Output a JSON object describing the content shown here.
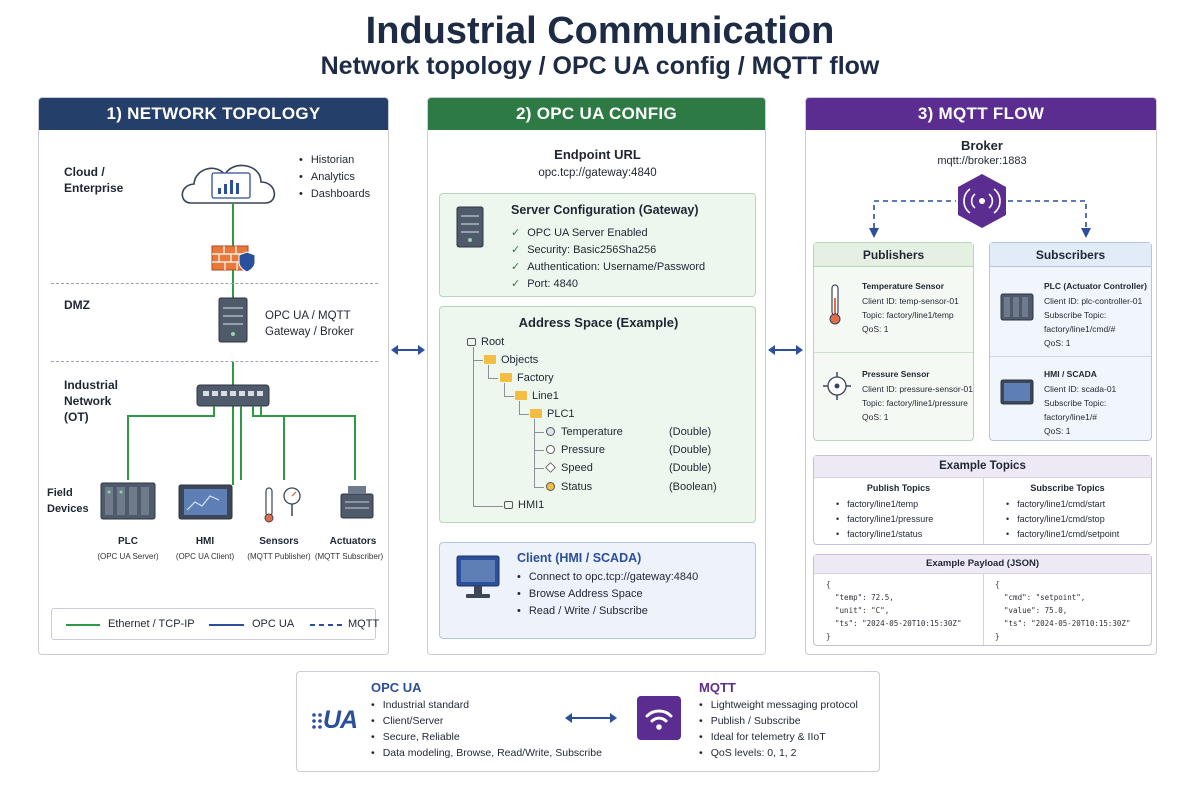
{
  "title": "Industrial Communication",
  "subtitle": "Network topology / OPC UA config / MQTT flow",
  "panel1": {
    "header": "1) NETWORK TOPOLOGY",
    "cloud_label": "Cloud /\nEnterprise",
    "cloud_bullets": [
      "Historian",
      "Analytics",
      "Dashboards"
    ],
    "dmz_label": "DMZ",
    "gateway_label": "OPC UA / MQTT\nGateway / Broker",
    "ot_label": "Industrial\nNetwork\n(OT)",
    "field_label": "Field\nDevices",
    "devices": [
      {
        "name": "PLC",
        "sub": "(OPC UA Server)"
      },
      {
        "name": "HMI",
        "sub": "(OPC UA Client)"
      },
      {
        "name": "Sensors",
        "sub": "(MQTT Publisher)"
      },
      {
        "name": "Actuators",
        "sub": "(MQTT Subscriber)"
      }
    ],
    "legend": {
      "ethernet": "Ethernet / TCP-IP",
      "opcua": "OPC UA",
      "mqtt": "MQTT"
    },
    "colors": {
      "ethernet": "#2e9a45",
      "opcua": "#2b4f9a",
      "mqtt": "#2b4f9a"
    }
  },
  "panel2": {
    "header": "2) OPC UA CONFIG",
    "endpoint_title": "Endpoint URL",
    "endpoint_url": "opc.tcp://gateway:4840",
    "server_title": "Server Configuration (Gateway)",
    "server_items": [
      "OPC UA Server Enabled",
      "Security: Basic256Sha256",
      "Authentication: Username/Password",
      "Port: 4840"
    ],
    "address_title": "Address Space (Example)",
    "tree": {
      "root": "Root",
      "objects": "Objects",
      "factory": "Factory",
      "line1": "Line1",
      "plc1": "PLC1",
      "vars": [
        {
          "name": "Temperature",
          "type": "(Double)"
        },
        {
          "name": "Pressure",
          "type": "(Double)"
        },
        {
          "name": "Speed",
          "type": "(Double)"
        },
        {
          "name": "Status",
          "type": "(Boolean)"
        }
      ],
      "hmi": "HMI1"
    },
    "client_title": "Client (HMI / SCADA)",
    "client_items": [
      "Connect to opc.tcp://gateway:4840",
      "Browse Address Space",
      "Read / Write / Subscribe"
    ]
  },
  "panel3": {
    "header": "3) MQTT FLOW",
    "broker_title": "Broker",
    "broker_url": "mqtt://broker:1883",
    "publishers_title": "Publishers",
    "subscribers_title": "Subscribers",
    "publishers": [
      {
        "title": "Temperature Sensor",
        "lines": [
          "Client ID: temp-sensor-01",
          "Topic: factory/line1/temp",
          "QoS: 1"
        ]
      },
      {
        "title": "Pressure Sensor",
        "lines": [
          "Client ID: pressure-sensor-01",
          "Topic: factory/line1/pressure",
          "QoS: 1"
        ]
      }
    ],
    "subscribers": [
      {
        "title": "PLC (Actuator Controller)",
        "lines": [
          "Client ID: plc-controller-01",
          "Subscribe Topic:",
          "factory/line1/cmd/#",
          "QoS: 1"
        ]
      },
      {
        "title": "HMI / SCADA",
        "lines": [
          "Client ID: scada-01",
          "Subscribe Topic:",
          "factory/line1/#",
          "QoS: 1"
        ]
      }
    ],
    "topics_title": "Example Topics",
    "publish_topics_title": "Publish Topics",
    "publish_topics": [
      "factory/line1/temp",
      "factory/line1/pressure",
      "factory/line1/status"
    ],
    "subscribe_topics_title": "Subscribe Topics",
    "subscribe_topics": [
      "factory/line1/cmd/start",
      "factory/line1/cmd/stop",
      "factory/line1/cmd/setpoint"
    ],
    "payload_title": "Example Payload (JSON)",
    "payload_left": "{\n  \"temp\": 72.5,\n  \"unit\": \"C\",\n  \"ts\": \"2024-05-20T10:15:30Z\"\n}",
    "payload_right": "{\n  \"cmd\": \"setpoint\",\n  \"value\": 75.0,\n  \"ts\": \"2024-05-20T10:15:30Z\"\n}"
  },
  "bottom": {
    "opcua_title": "OPC UA",
    "opcua_logo": "UA",
    "opcua_items": [
      "Industrial standard",
      "Client/Server",
      "Secure, Reliable",
      "Data modeling, Browse, Read/Write, Subscribe"
    ],
    "mqtt_title": "MQTT",
    "mqtt_items": [
      "Lightweight messaging protocol",
      "Publish / Subscribe",
      "Ideal for telemetry & IIoT",
      "QoS levels: 0, 1, 2"
    ]
  }
}
